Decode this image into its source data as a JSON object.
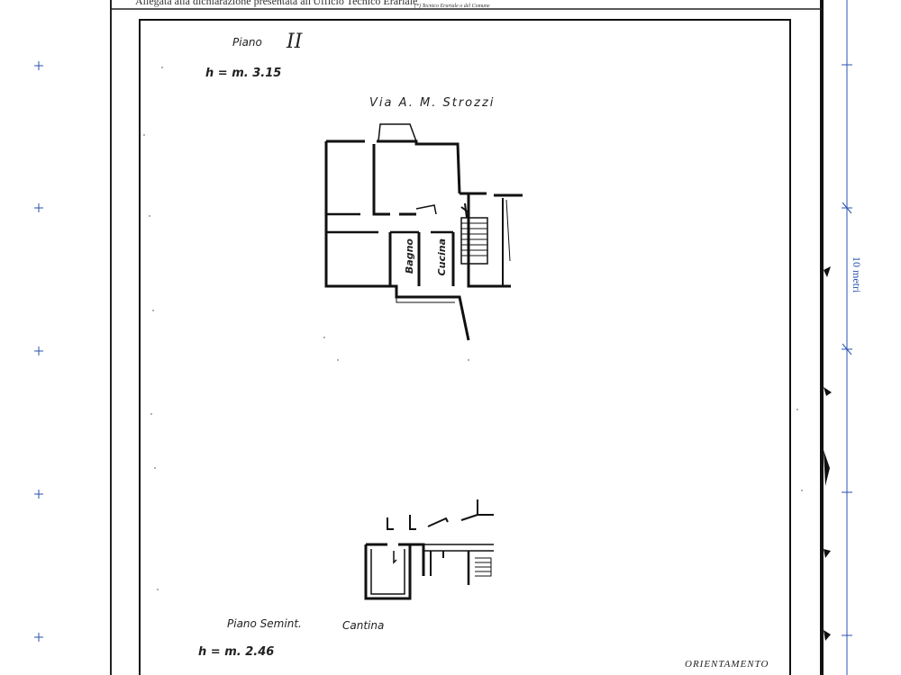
{
  "header": {
    "text": "Allegata alla dichiarazione presentata all'Ufficio Tecnico Erariale",
    "subtext": "(*) Tecnico Erariale o del Comune"
  },
  "plan_upper": {
    "floor_label": "Piano",
    "floor_number": "II",
    "height_label": "h = m. 3.15",
    "street": "Via A. M. Strozzi",
    "rooms": {
      "bathroom": "Bagno",
      "kitchen": "Cucina"
    }
  },
  "plan_lower": {
    "floor_label": "Piano Semint.",
    "room_label": "Cantina",
    "height_label": "h = m. 2.46"
  },
  "scale_label": "10 metri",
  "orientation_label": "ORIENTAMENTO",
  "colors": {
    "ink": "#1a1a1a",
    "scale_blue": "#1f4fa8"
  }
}
